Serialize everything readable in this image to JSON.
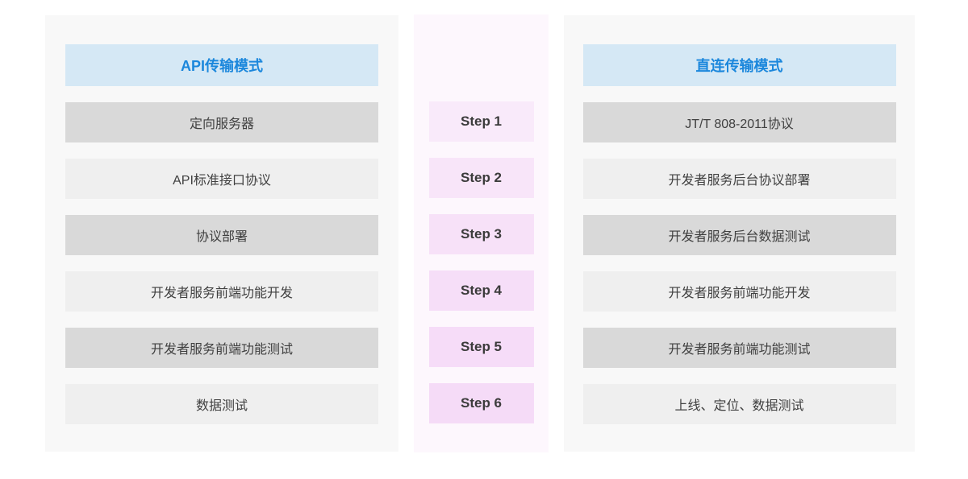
{
  "colors": {
    "page_bg": "#ffffff",
    "side_panel_bg": "#f8f8f8",
    "middle_panel_bg": "#fdf7fd",
    "header_bg": "#d5e8f5",
    "header_text": "#1b87dc",
    "row_dark_bg": "#d9d9d9",
    "row_light_bg": "#efefef",
    "row_text": "#404040",
    "step_text": "#3b3b3b"
  },
  "api_column": {
    "title": "API传输模式",
    "rows": [
      "定向服务器",
      "API标准接口协议",
      "协议部署",
      "开发者服务前端功能开发",
      "开发者服务前端功能测试",
      "数据测试"
    ]
  },
  "steps_column": {
    "items": [
      {
        "label": "Step 1",
        "bg": "#f9eafa"
      },
      {
        "label": "Step 2",
        "bg": "#f8e5f9"
      },
      {
        "label": "Step 3",
        "bg": "#f7e1f8"
      },
      {
        "label": "Step 4",
        "bg": "#f6def8"
      },
      {
        "label": "Step 5",
        "bg": "#f6dcf8"
      },
      {
        "label": "Step 6",
        "bg": "#f5dbf7"
      }
    ]
  },
  "direct_column": {
    "title": "直连传输模式",
    "rows": [
      "JT/T 808-2011协议",
      "开发者服务后台协议部署",
      "开发者服务后台数据测试",
      "开发者服务前端功能开发",
      "开发者服务前端功能测试",
      "上线、定位、数据测试"
    ]
  }
}
